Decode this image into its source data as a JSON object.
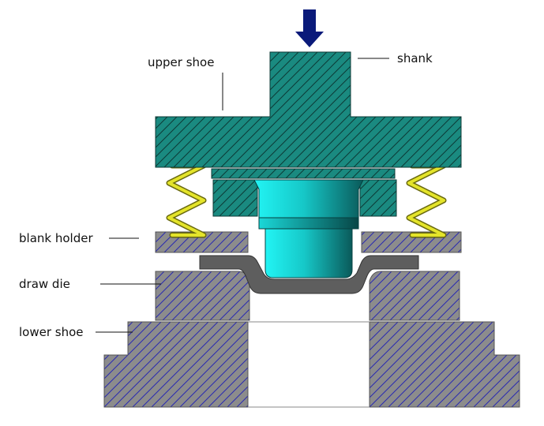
{
  "labels": {
    "upper_shoe": "upper shoe",
    "shank": "shank",
    "blank_holder": "blank holder",
    "draw_die": "draw die",
    "lower_shoe": "lower shoe"
  },
  "colors": {
    "upper_tool": "#1a8a80",
    "lower_tool": "#8c8c8c",
    "hatch_upper": "#0c3a36",
    "hatch_lower": "#2a2ab0",
    "sheet_metal": "#5e5e5e",
    "spring": "#d8d820",
    "arrow": "#0a1a7a",
    "punch_light": "#22f4f4",
    "punch_dark": "#0a5a5a"
  },
  "icons": {
    "arrow": "down-arrow-icon",
    "spring": "coil-spring-icon"
  }
}
